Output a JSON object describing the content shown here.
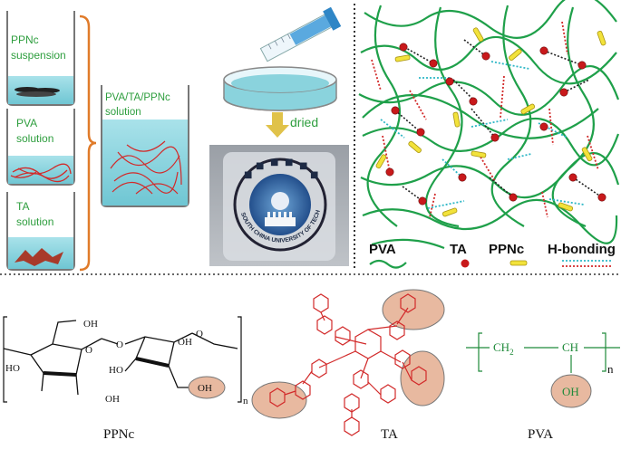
{
  "beakers": {
    "ppnc": "PPNc\nsuspension",
    "pva": "PVA\nsolution",
    "ta": "TA\nsolution",
    "mix": "PVA/TA/PPNc\nsolution"
  },
  "process": {
    "dried": "dried"
  },
  "legend": {
    "pva": "PVA",
    "ta": "TA",
    "ppnc": "PPNc",
    "hbond": "H-bonding"
  },
  "chem_labels": {
    "ppnc": "PPNc",
    "ta": "TA",
    "pva": "PVA",
    "oh": "OH",
    "ho": "HO",
    "o": "O",
    "n": "n",
    "ch2": "CH",
    "ch": "CH",
    "sub2": "2"
  },
  "colors": {
    "liquid": "#8ad3dd",
    "fiber_red": "#d22a2a",
    "network_green": "#1fa04a",
    "ta_red": "#c8191b",
    "ppnc_yellow": "#f2e23b",
    "brace": "#e07b2a",
    "highlight": "#e8b9a0"
  },
  "photo": {
    "seal_text": "SOUTH CHINA UNIVERSITY OF TECHNOLOGY"
  }
}
